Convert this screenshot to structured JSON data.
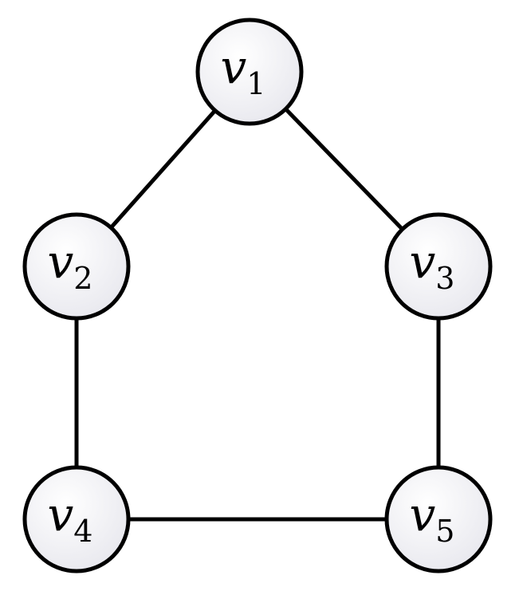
{
  "graph": {
    "node_fill_center": "#ffffff",
    "node_fill_edge": "#e8e8ee",
    "stroke_color": "#000000",
    "nodes": [
      {
        "id": "v1",
        "var": "v",
        "sub": "1"
      },
      {
        "id": "v2",
        "var": "v",
        "sub": "2"
      },
      {
        "id": "v3",
        "var": "v",
        "sub": "3"
      },
      {
        "id": "v4",
        "var": "v",
        "sub": "4"
      },
      {
        "id": "v5",
        "var": "v",
        "sub": "5"
      }
    ],
    "edges": [
      {
        "from": "v1",
        "to": "v2"
      },
      {
        "from": "v1",
        "to": "v3"
      },
      {
        "from": "v2",
        "to": "v4"
      },
      {
        "from": "v3",
        "to": "v5"
      },
      {
        "from": "v4",
        "to": "v5"
      }
    ]
  }
}
